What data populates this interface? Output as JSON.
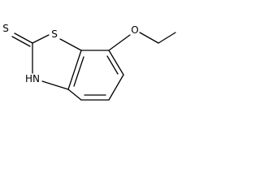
{
  "molecule": {
    "atoms": {
      "thione_sulfur": "S",
      "ring_sulfur": "S",
      "ring_nitrogen": "HN",
      "ether_oxygen": "O"
    }
  }
}
